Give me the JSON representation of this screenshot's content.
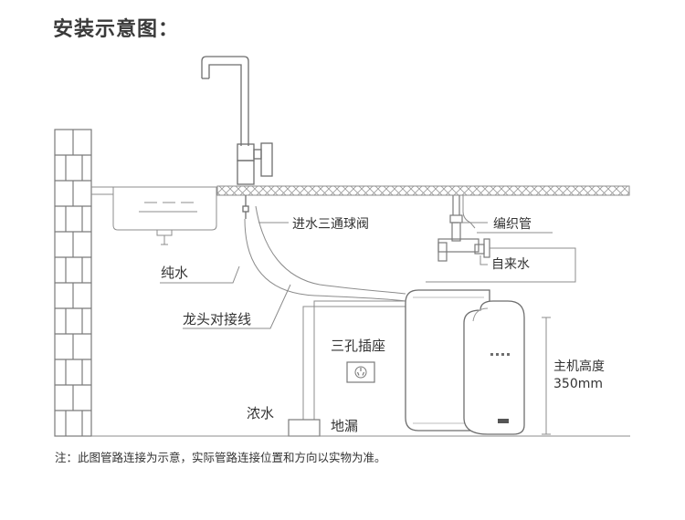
{
  "title": "安装示意图：",
  "labels": {
    "tee_valve": "进水三通球阀",
    "braided_hose": "编织管",
    "tap_water": "自来水",
    "pure_water": "纯水",
    "faucet_connection": "龙头对接线",
    "socket": "三孔插座",
    "host_height": "主机高度",
    "host_height_value": "350mm",
    "waste_water": "浓水",
    "floor_drain": "地漏"
  },
  "footnote": "注：此图管路连接为示意，实际管路连接位置和方向以实物为准。",
  "colors": {
    "line": "#8c8c8c",
    "text": "#333333",
    "title": "#3a3a3a"
  }
}
